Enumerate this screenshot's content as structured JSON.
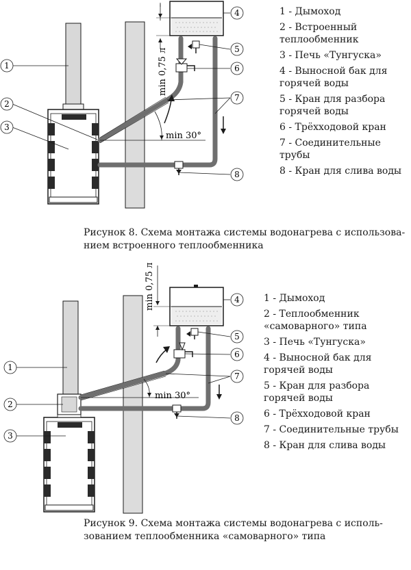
{
  "figure8": {
    "legend": [
      {
        "num": "1",
        "text": "1 - Дымоход"
      },
      {
        "num": "2",
        "text": "2 - Встроенный теплообменник"
      },
      {
        "num": "3",
        "text": "3 - Печь «Тунгуска»"
      },
      {
        "num": "4",
        "text": "4 - Выносной бак для горячей воды"
      },
      {
        "num": "5",
        "text": "5 - Кран для разбора горячей воды"
      },
      {
        "num": "6",
        "text": "6 - Трёхходовой кран"
      },
      {
        "num": "7",
        "text": "7 - Соединительные трубы"
      },
      {
        "num": "8",
        "text": "8 - Кран для слива воды"
      }
    ],
    "caption_line1": "Рисунок 8. Схема монтажа системы водонагрева с использова-",
    "caption_line2": "нием встроенного теплообменника",
    "angle_label": "min 30°",
    "volume_label": "min 0,75 л"
  },
  "figure9": {
    "legend": [
      {
        "num": "1",
        "text": "1 - Дымоход"
      },
      {
        "num": "2",
        "text": "2 - Теплообменник «самоварного» типа"
      },
      {
        "num": "3",
        "text": "3 - Печь «Тунгуска»"
      },
      {
        "num": "4",
        "text": "4 - Выносной бак для горячей воды"
      },
      {
        "num": "5",
        "text": "5 - Кран для разбора горячей воды"
      },
      {
        "num": "6",
        "text": "6 - Трёхходовой кран"
      },
      {
        "num": "7",
        "text": "7 - Соединительные трубы"
      },
      {
        "num": "8",
        "text": "8 - Кран для слива воды"
      }
    ],
    "caption_line1": "Рисунок 9. Схема монтажа системы водонагрева с исполь-",
    "caption_line2": "зованием теплообменника «самоварного» типа",
    "angle_label": "min 30°",
    "volume_label": "min 0,75 л"
  },
  "colors": {
    "pipe": "#6f6f6f",
    "outline": "#1a1a1a",
    "stove_dark": "#2a2a2a",
    "chimney": "#d8d8d8",
    "wall": "#dcdcdc"
  }
}
